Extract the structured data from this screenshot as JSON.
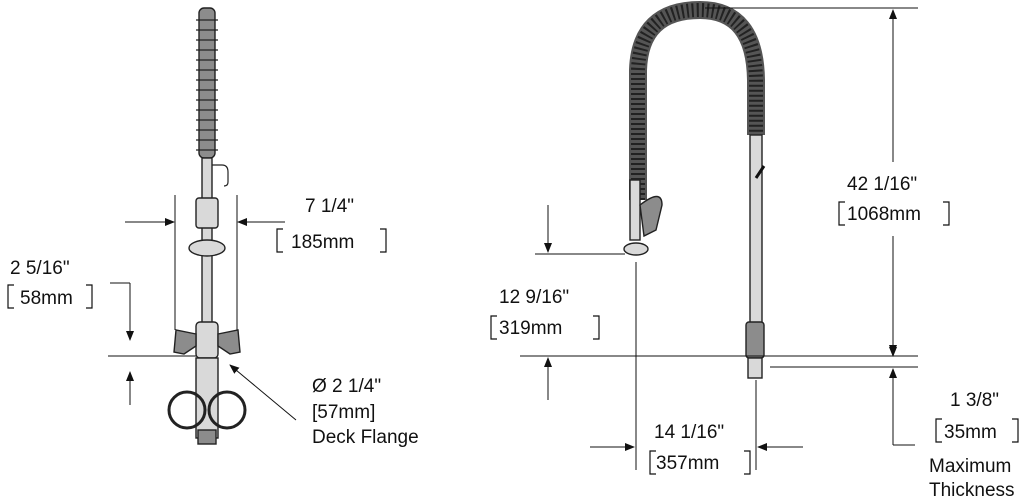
{
  "dimensions": {
    "handle_spread": {
      "imperial": "7 1/4\"",
      "metric": "185mm"
    },
    "flange_height": {
      "imperial": "2 5/16\"",
      "metric": "58mm"
    },
    "deck_flange": {
      "imperial": "Ø 2 1/4\"",
      "metric": "[57mm]",
      "label": "Deck Flange"
    },
    "overall_height": {
      "imperial": "42 1/16\"",
      "metric": "1068mm"
    },
    "spout_height": {
      "imperial": "12 9/16\"",
      "metric": "319mm"
    },
    "reach": {
      "imperial": "14 1/16\"",
      "metric": "357mm"
    },
    "max_thickness": {
      "imperial": "1 3/8\"",
      "metric": "35mm",
      "label_line1": "Maximum",
      "label_line2": "Thickness"
    }
  }
}
